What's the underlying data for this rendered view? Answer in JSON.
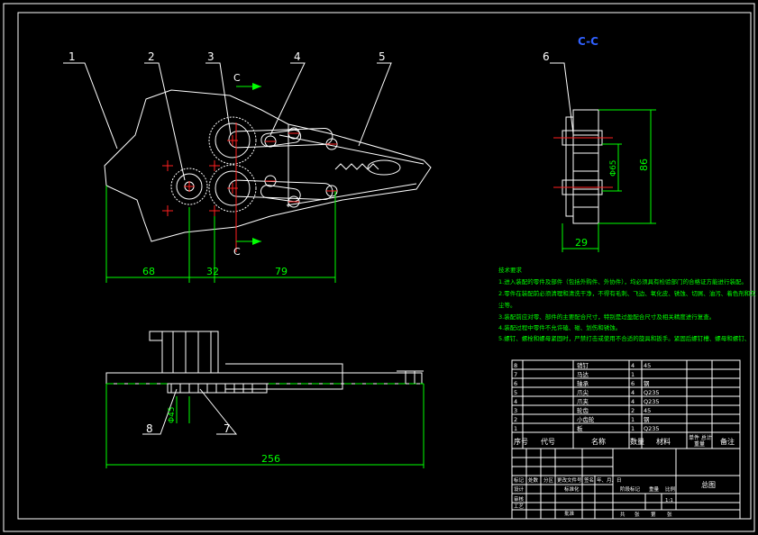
{
  "colors": {
    "background": "#000000",
    "outline": "#ffffff",
    "dimension": "#00ff00",
    "center": "#ff2020",
    "section_title": "#3060ff",
    "table_text": "#e8e800"
  },
  "callouts": [
    "1",
    "2",
    "3",
    "4",
    "5",
    "6",
    "7",
    "8"
  ],
  "section": {
    "title": "C-C",
    "arrow_upper": "C",
    "arrow_lower": "C"
  },
  "dimensions": {
    "top_view": [
      "68",
      "32",
      "79"
    ],
    "section_view": [
      "Φ65",
      "86",
      "29"
    ],
    "front_view": [
      "Φ45",
      "256"
    ]
  },
  "notes": {
    "title": "技术要求",
    "lines": [
      "1.进入装配的零件及部件（包括外购件、外协件），均必须具有检验部门的合格证方能进行装配。",
      "2.零件在装配前必须清理和清洗干净，不得有毛刺、飞边、氧化皮、锈蚀、切屑、油污、着色剂和灰",
      "尘等。",
      "3.装配前应对零、部件的主要配合尺寸，特别是过盈配合尺寸及相关精度进行复查。",
      "4.装配过程中零件不允许磕、碰、划伤和锈蚀。",
      "5.螺钉、螺栓和螺母紧固时，严禁打击或使用不合适的旋具和扳手。紧固后螺钉槽、螺母和螺钉、"
    ]
  },
  "bom": {
    "rows": [
      {
        "no": "8",
        "code": "",
        "name": "销钉",
        "qty": "4",
        "material": "45"
      },
      {
        "no": "7",
        "code": "",
        "name": "马达",
        "qty": "1",
        "material": ""
      },
      {
        "no": "6",
        "code": "",
        "name": "轴承",
        "qty": "6",
        "material": "钢"
      },
      {
        "no": "5",
        "code": "",
        "name": "爪尖",
        "qty": "4",
        "material": "Q235"
      },
      {
        "no": "4",
        "code": "",
        "name": "爪夹",
        "qty": "4",
        "material": "Q235"
      },
      {
        "no": "3",
        "code": "",
        "name": "轮齿",
        "qty": "2",
        "material": "45"
      },
      {
        "no": "2",
        "code": "",
        "name": "小齿轮",
        "qty": "1",
        "material": "钢"
      },
      {
        "no": "1",
        "code": "",
        "name": "板",
        "qty": "1",
        "material": "Q235"
      }
    ],
    "header": {
      "no": "序号",
      "code": "代号",
      "name": "名称",
      "qty": "数量",
      "material": "材料",
      "weight": "单件 总计",
      "weight_sub": "重量",
      "remark": "备注"
    }
  },
  "title_block": {
    "labels": [
      "标记",
      "处数",
      "分区",
      "更改文件号",
      "签名",
      "年、月、日",
      "设计",
      "标准化",
      "阶段标记",
      "重量",
      "比例",
      "审核",
      "工艺",
      "批准"
    ],
    "scale": "1:1",
    "drawing_name": "总图",
    "sheet": [
      "共",
      "张",
      "第",
      "张"
    ]
  }
}
